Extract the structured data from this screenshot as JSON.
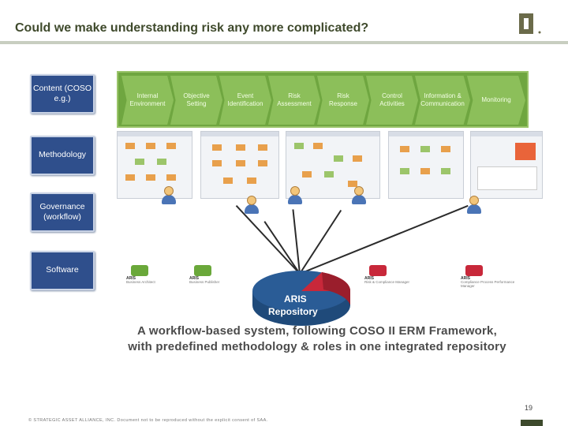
{
  "slide": {
    "title": "Could we make understanding risk any more complicated?",
    "page_number": "19",
    "footer": "© STRATEGIC ASSET ALLIANCE, INC.  Document not to be reproduced without the explicit consent of SAA."
  },
  "diagram": {
    "left_boxes": [
      {
        "label": "Content (COSO e.g.)"
      },
      {
        "label": "Methodology"
      },
      {
        "label": "Governance (workflow)"
      },
      {
        "label": "Software"
      }
    ],
    "process_steps": [
      {
        "label": "Internal Environment"
      },
      {
        "label": "Objective Setting"
      },
      {
        "label": "Event Identification"
      },
      {
        "label": "Risk Assessment"
      },
      {
        "label": "Risk Response"
      },
      {
        "label": "Control Activities"
      },
      {
        "label": "Information & Communication"
      },
      {
        "label": "Monitoring"
      }
    ],
    "products": [
      {
        "name": "ARIS",
        "desc": "Business Architect",
        "color": "#6aa83a"
      },
      {
        "name": "ARIS",
        "desc": "Business Publisher",
        "color": "#6aa83a"
      },
      {
        "name": "ARIS",
        "desc": "Risk & Compliance Manager",
        "color": "#c8283a"
      },
      {
        "name": "ARIS",
        "desc": "Compliance Process Performance Manager",
        "color": "#c8283a"
      }
    ],
    "repository": {
      "line1": "ARIS",
      "line2": "Repository"
    },
    "caption_line1": "A workflow-based system, following COSO II ERM Framework,",
    "caption_line2": "with predefined methodology & roles in one integrated repository"
  },
  "colors": {
    "title": "#3f4a2c",
    "left_box": "#2f4f8c",
    "process_bar": "#6fa640",
    "repo_blue": "#2a5c96",
    "repo_red": "#c8283a"
  }
}
